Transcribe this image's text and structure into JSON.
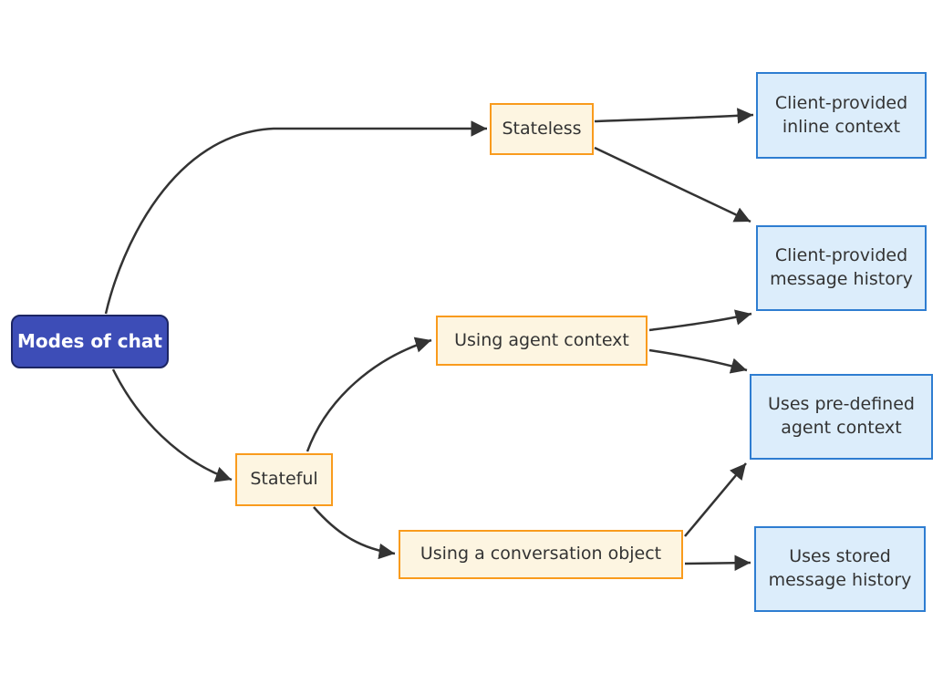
{
  "diagram": {
    "type": "flowchart",
    "direction": "left-to-right",
    "nodes": [
      {
        "id": "modes",
        "label": "Modes of chat",
        "role": "root"
      },
      {
        "id": "stateless",
        "label": "Stateless",
        "role": "branch"
      },
      {
        "id": "stateful",
        "label": "Stateful",
        "role": "branch"
      },
      {
        "id": "agent_context",
        "label": "Using agent context",
        "role": "branch"
      },
      {
        "id": "conversation_object",
        "label": "Using a conversation object",
        "role": "branch"
      },
      {
        "id": "inline_context",
        "label": "Client-provided\ninline context",
        "role": "leaf"
      },
      {
        "id": "message_history",
        "label": "Client-provided\nmessage history",
        "role": "leaf"
      },
      {
        "id": "predefined_context",
        "label": "Uses pre-defined\nagent context",
        "role": "leaf"
      },
      {
        "id": "stored_history",
        "label": "Uses stored\nmessage history",
        "role": "leaf"
      }
    ],
    "edges": [
      {
        "from": "modes",
        "to": "stateless"
      },
      {
        "from": "modes",
        "to": "stateful"
      },
      {
        "from": "stateless",
        "to": "inline_context"
      },
      {
        "from": "stateless",
        "to": "message_history"
      },
      {
        "from": "stateful",
        "to": "agent_context"
      },
      {
        "from": "stateful",
        "to": "conversation_object"
      },
      {
        "from": "agent_context",
        "to": "message_history"
      },
      {
        "from": "agent_context",
        "to": "predefined_context"
      },
      {
        "from": "conversation_object",
        "to": "predefined_context"
      },
      {
        "from": "conversation_object",
        "to": "stored_history"
      }
    ],
    "colors": {
      "background": "#FFFFFF",
      "root_fill": "#3D4DB7",
      "root_border": "#1C2563",
      "root_text": "#FFFFFF",
      "branch_fill": "#FDF5E1",
      "branch_border": "#F99B1D",
      "leaf_fill": "#DCEDFB",
      "leaf_border": "#2E7DD1",
      "node_text": "#333333",
      "edge": "#333333"
    }
  }
}
